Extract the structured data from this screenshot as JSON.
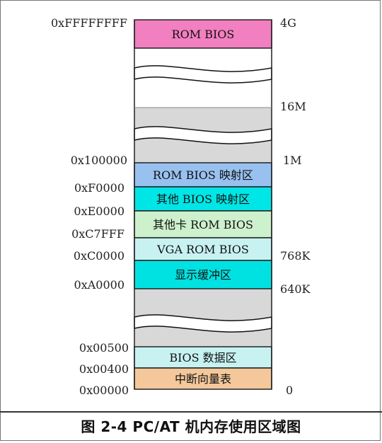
{
  "figure_caption": "图 2-4 PC/AT 机内存使用区域图",
  "regions": {
    "rom_bios_top": {
      "label": "ROM BIOS",
      "color": "#f27fbf"
    },
    "rom_bios_shadow": {
      "label": "ROM BIOS 映射区",
      "color": "#98c1f0"
    },
    "other_bios_shadow": {
      "label": "其他 BIOS 映射区",
      "color": "#00e6e6"
    },
    "other_card_rom": {
      "label": "其他卡 ROM BIOS",
      "color": "#cdf0cd"
    },
    "vga_rom": {
      "label": "VGA ROM BIOS",
      "color": "#c8f2f2"
    },
    "display_buffer": {
      "label": "显示缓冲区",
      "color": "#00e2e2"
    },
    "bios_data": {
      "label": "BIOS 数据区",
      "color": "#c8f2f2"
    },
    "interrupt_vectors": {
      "label": "中断向量表",
      "color": "#f4c89a"
    },
    "unused_grey": {
      "color": "#d8d8d8"
    },
    "unused_white": {
      "color": "#ffffff"
    }
  },
  "left_addresses": {
    "a_top": "0xFFFFFFFF",
    "a_100000": "0x100000",
    "a_F0000": "0xF0000",
    "a_E0000": "0xE0000",
    "a_C7FFF": "0xC7FFF",
    "a_C0000": "0xC0000",
    "a_A0000": "0xA0000",
    "a_00500": "0x00500",
    "a_00400": "0x00400",
    "a_00000": "0x00000"
  },
  "right_sizes": {
    "s_4G": "4G",
    "s_16M": "16M",
    "s_1M": "1M",
    "s_768K": "768K",
    "s_640K": "640K",
    "s_0": "0"
  }
}
